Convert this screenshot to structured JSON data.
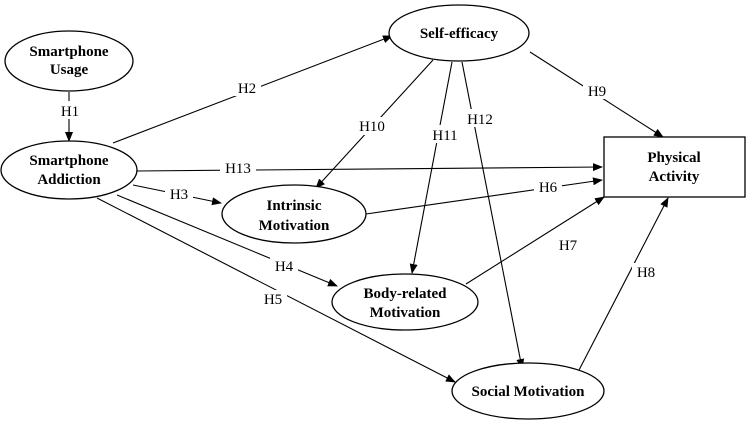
{
  "diagram": {
    "nodes": {
      "smartphone_usage": {
        "line1": "Smartphone",
        "line2": "Usage"
      },
      "smartphone_addiction": {
        "line1": "Smartphone",
        "line2": "Addiction"
      },
      "self_efficacy": {
        "line1": "Self-efficacy"
      },
      "intrinsic_motivation": {
        "line1": "Intrinsic",
        "line2": "Motivation"
      },
      "body_related_motivation": {
        "line1": "Body-related",
        "line2": "Motivation"
      },
      "social_motivation": {
        "line1": "Social Motivation"
      },
      "physical_activity": {
        "line1": "Physical",
        "line2": "Activity"
      }
    },
    "hypotheses": {
      "h1": "H1",
      "h2": "H2",
      "h3": "H3",
      "h4": "H4",
      "h5": "H5",
      "h6": "H6",
      "h7": "H7",
      "h8": "H8",
      "h9": "H9",
      "h10": "H10",
      "h11": "H11",
      "h12": "H12",
      "h13": "H13"
    }
  }
}
